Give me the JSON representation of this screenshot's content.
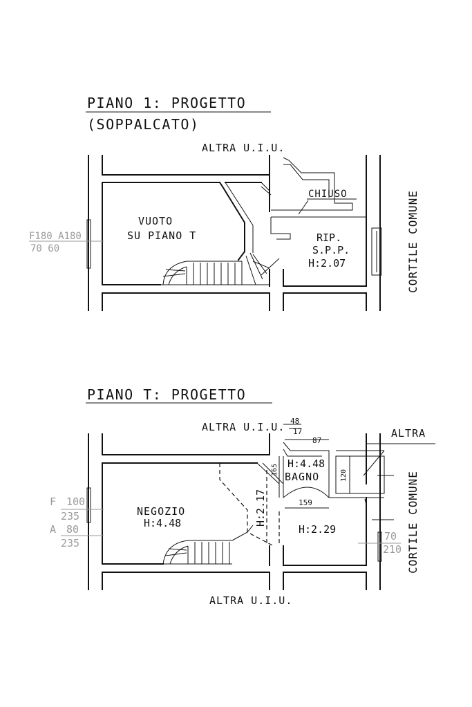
{
  "floor_upper": {
    "title": "PIANO 1: PROGETTO",
    "subtitle": "(SOPPALCATO)",
    "neighbor_top": "ALTRA U.I.U.",
    "closed_label": "CHIUSO",
    "void_label_1": "VUOTO",
    "void_label_2": "SU PIANO T",
    "storage_label_1": "RIP.",
    "storage_label_2": "S.P.P.",
    "storage_height": "H:2.07",
    "window_dims_top": "F180 A180",
    "window_dims_bottom": "70   60",
    "courtyard": "CORTILE COMUNE"
  },
  "floor_ground": {
    "title": "PIANO T: PROGETTO",
    "neighbor_top": "ALTRA U.I.U.",
    "neighbor_right": "ALTRA",
    "neighbor_bottom": "ALTRA U.I.U.",
    "shop_label": "NEGOZIO",
    "shop_height": "H:4.48",
    "corridor_height": "H:2.17",
    "bath_height": "H:4.48",
    "bath_label": "BAGNO",
    "room_height": "H:2.29",
    "dim_48": "48",
    "dim_17": "17",
    "dim_87": "87",
    "dim_165": "165",
    "dim_120": "120",
    "dim_159": "159",
    "window_f": "F",
    "window_f_w": "100",
    "window_f_h": "235",
    "window_a": "A",
    "window_a_w": "80",
    "window_a_h": "235",
    "door_w": "70",
    "door_h": "210",
    "courtyard": "CORTILE COMUNE"
  }
}
